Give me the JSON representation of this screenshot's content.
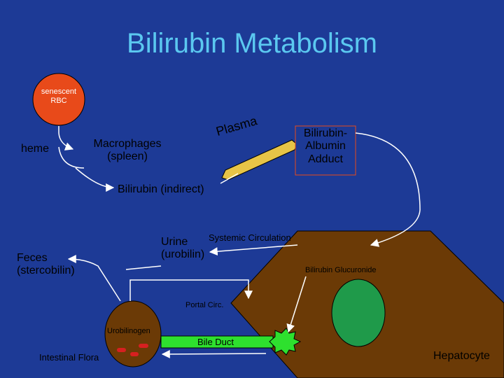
{
  "title": "Bilirubin Metabolism",
  "colors": {
    "background": "#1d3a96",
    "title": "#5bc8f0",
    "rbc": "#e84a1a",
    "hepatocyte": "#6b3a06",
    "nucleus": "#1f9a4a",
    "intestine": "#6b3a06",
    "plasma_tube": "#e7c447",
    "bile_duct": "#2ee02e",
    "flora_spots": "#d62020"
  },
  "labels": {
    "rbc_line1": "senescent",
    "rbc_line2": "RBC",
    "heme": "heme",
    "macrophages_line1": "Macrophages",
    "macrophages_line2": "(spleen)",
    "plasma": "Plasma",
    "albumin_line1": "Bilirubin-",
    "albumin_line2": "Albumin",
    "albumin_line3": "Adduct",
    "bilirubin_indirect": "Bilirubin (indirect)",
    "systemic": "Systemic Circulation",
    "urine_line1": "Urine",
    "urine_line2": "(urobilin)",
    "feces_line1": "Feces",
    "feces_line2": "(stercobilin)",
    "glucuronide": "Bilirubin Glucuronide",
    "portal": "Portal Circ.",
    "urobilinogen": "Urobilinogen",
    "intestinal_flora": "Intestinal Flora",
    "bile_duct": "Bile Duct",
    "hepatocyte": "Hepatocyte"
  }
}
